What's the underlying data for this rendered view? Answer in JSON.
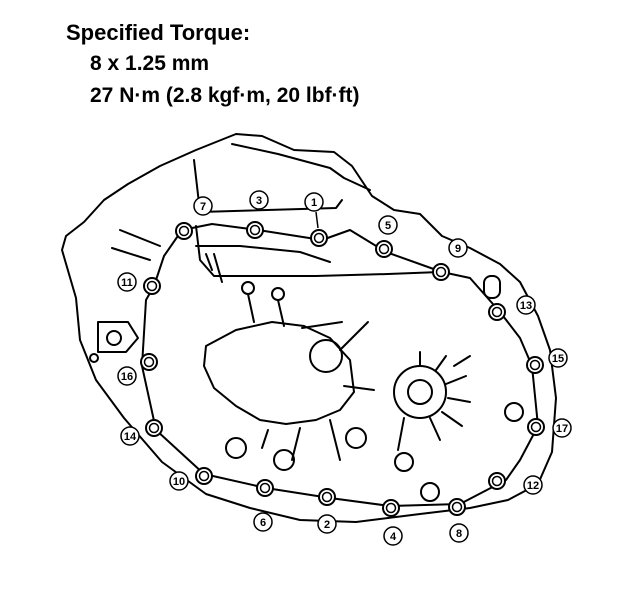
{
  "spec": {
    "title": "Specified Torque:",
    "size": "8 x 1.25 mm",
    "torque": "27 N·m (2.8 kgf·m, 20 lbf·ft)"
  },
  "bolts": [
    {
      "label": "1"
    },
    {
      "label": "2"
    },
    {
      "label": "3"
    },
    {
      "label": "4"
    },
    {
      "label": "5"
    },
    {
      "label": "6"
    },
    {
      "label": "7"
    },
    {
      "label": "8"
    },
    {
      "label": "9"
    },
    {
      "label": "10"
    },
    {
      "label": "11"
    },
    {
      "label": "12"
    },
    {
      "label": "13"
    },
    {
      "label": "14"
    },
    {
      "label": "15"
    },
    {
      "label": "16"
    },
    {
      "label": "17"
    }
  ],
  "colors": {
    "ink": "#000000",
    "paper": "#ffffff"
  }
}
